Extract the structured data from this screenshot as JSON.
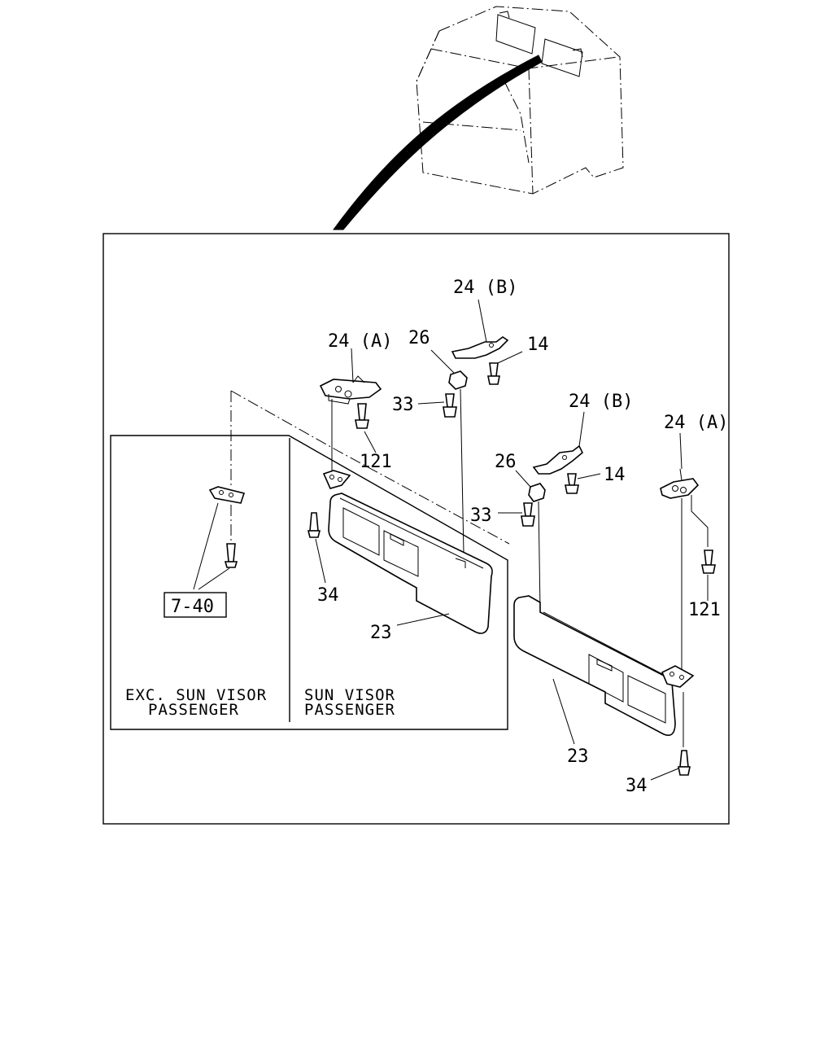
{
  "callouts": {
    "c24b_top": "24 (B)",
    "c24a_left": "24 (A)",
    "c26_top": "26",
    "c14_top": "14",
    "c33_top": "33",
    "c121_left": "121",
    "c24b_mid": "24 (B)",
    "c24a_right": "24 (A)",
    "c26_mid": "26",
    "c14_mid": "14",
    "c33_mid": "33",
    "c121_right": "121",
    "c34_left": "34",
    "c23_left": "23",
    "c23_right": "23",
    "c34_right": "34",
    "ref_box": "7-40"
  },
  "variants": {
    "exc_line1": "EXC. SUN VISOR",
    "exc_line2": "PASSENGER",
    "sun_line1": "SUN VISOR",
    "sun_line2": "PASSENGER"
  }
}
